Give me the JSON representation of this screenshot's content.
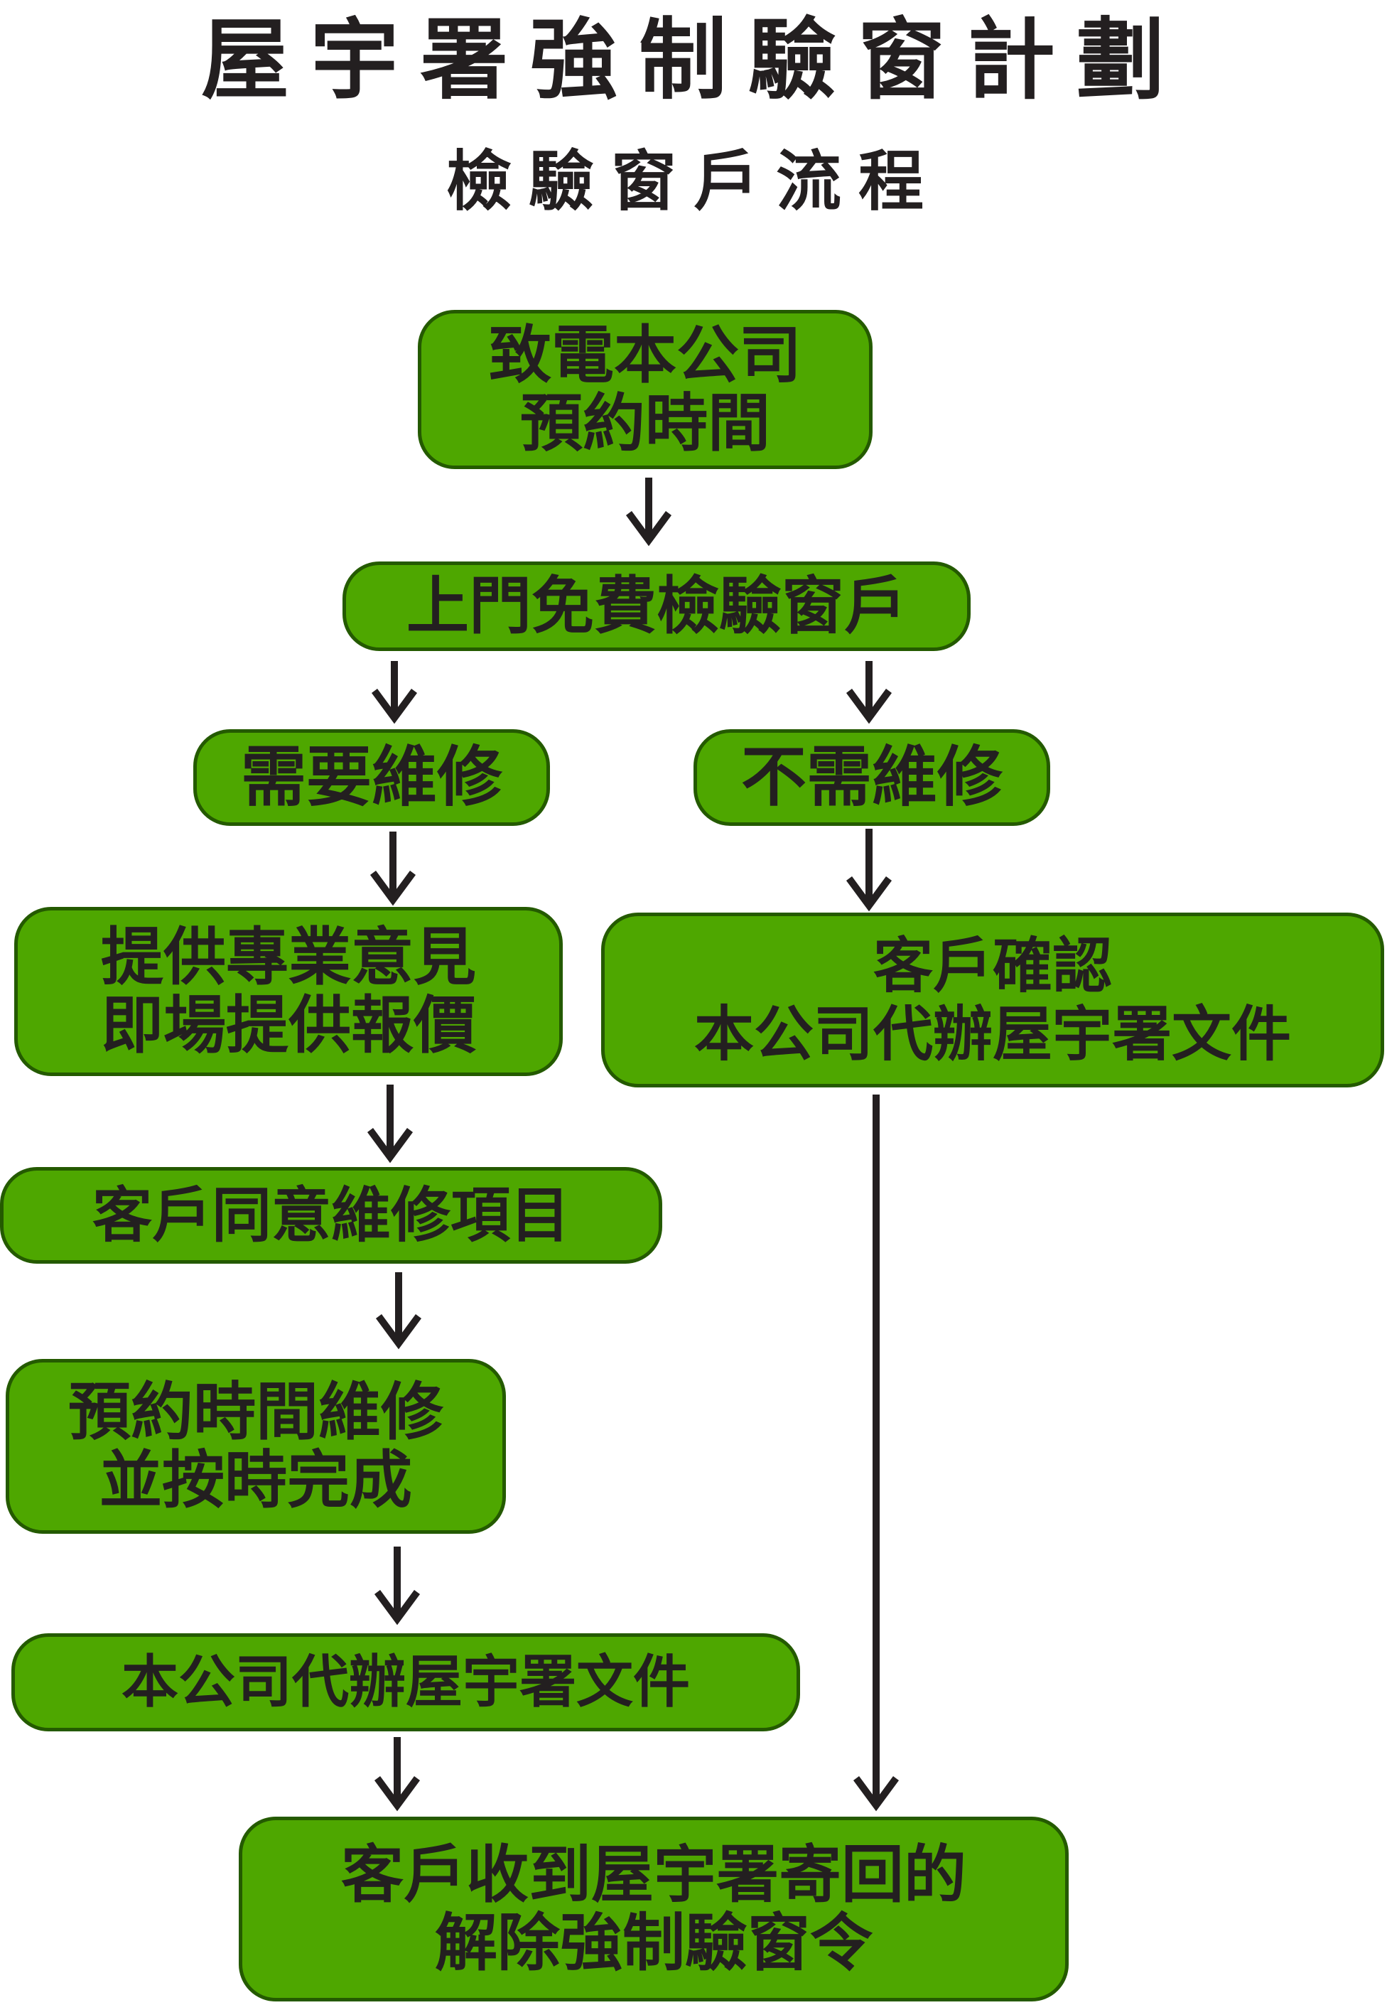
{
  "title": "屋宇署強制驗窗計劃",
  "subtitle": "檢驗窗戶流程",
  "colors": {
    "box_fill": "#4ea700",
    "box_border": "#245a00",
    "text": "#231f20",
    "arrow": "#231f20"
  },
  "steps": {
    "call": {
      "line1": "致電本公司",
      "line2": "預約時間"
    },
    "inspect": {
      "line1": "上門免費檢驗窗戶"
    },
    "need_repair": {
      "line1": "需要維修"
    },
    "no_repair": {
      "line1": "不需維修"
    },
    "advice": {
      "line1": "提供專業意見",
      "line2": "即場提供報價"
    },
    "confirm": {
      "line1": "客戶確認",
      "line2": "本公司代辦屋宇署文件"
    },
    "agree": {
      "line1": "客戶同意維修項目"
    },
    "schedule": {
      "line1": "預約時間維修",
      "line2": "並按時完成"
    },
    "documents": {
      "line1": "本公司代辦屋宇署文件"
    },
    "final": {
      "line1": "客戶收到屋宇署寄回的",
      "line2": "解除強制驗窗令"
    }
  }
}
